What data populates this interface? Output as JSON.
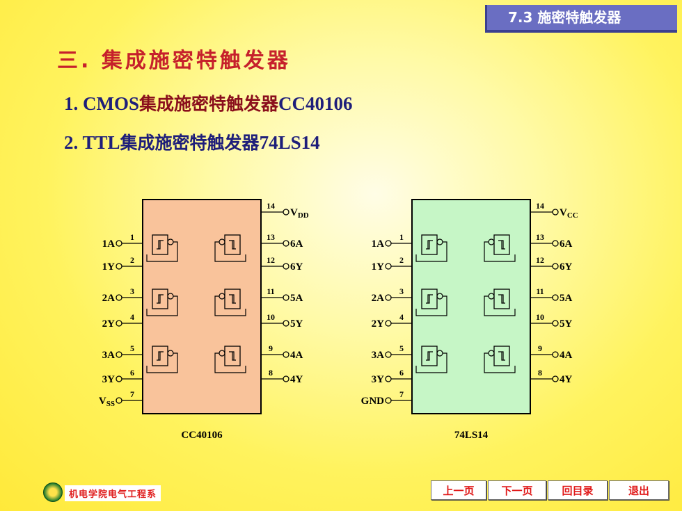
{
  "header": {
    "section_tab": "7.3 施密特触发器"
  },
  "heading": "三. 集成施密特触发器",
  "items": [
    {
      "num": "1. CMOS",
      "cn": "集成施密特触发器",
      "code": "CC40106"
    },
    {
      "num": "2. TTL",
      "cn": "集成施密特触发器",
      "code": "74LS14"
    }
  ],
  "chips": [
    {
      "name": "CC40106",
      "fill": "#f9c39b",
      "left_pins": [
        [
          "1",
          "1A"
        ],
        [
          "2",
          "1Y"
        ],
        [
          "3",
          "2A"
        ],
        [
          "4",
          "2Y"
        ],
        [
          "5",
          "3A"
        ],
        [
          "6",
          "3Y"
        ],
        [
          "7",
          "VSS"
        ]
      ],
      "right_pins": [
        [
          "14",
          "VDD"
        ],
        [
          "13",
          "6A"
        ],
        [
          "12",
          "6Y"
        ],
        [
          "11",
          "5A"
        ],
        [
          "10",
          "5Y"
        ],
        [
          "9",
          "4A"
        ],
        [
          "8",
          "4Y"
        ]
      ]
    },
    {
      "name": "74LS14",
      "fill": "#c6f6c6",
      "left_pins": [
        [
          "1",
          "1A"
        ],
        [
          "2",
          "1Y"
        ],
        [
          "3",
          "2A"
        ],
        [
          "4",
          "2Y"
        ],
        [
          "5",
          "3A"
        ],
        [
          "6",
          "3Y"
        ],
        [
          "7",
          "GND"
        ]
      ],
      "right_pins": [
        [
          "14",
          "VCC"
        ],
        [
          "13",
          "6A"
        ],
        [
          "12",
          "6Y"
        ],
        [
          "11",
          "5A"
        ],
        [
          "10",
          "5Y"
        ],
        [
          "9",
          "4A"
        ],
        [
          "8",
          "4Y"
        ]
      ]
    }
  ],
  "footer": {
    "school": "机电学院电气工程系",
    "nav": [
      "上一页",
      "下一页",
      "回目录",
      "退出"
    ]
  },
  "colors": {
    "heading": "#c6202b",
    "section_tab": "#6a6ec2",
    "nav_text": "#e01818"
  }
}
